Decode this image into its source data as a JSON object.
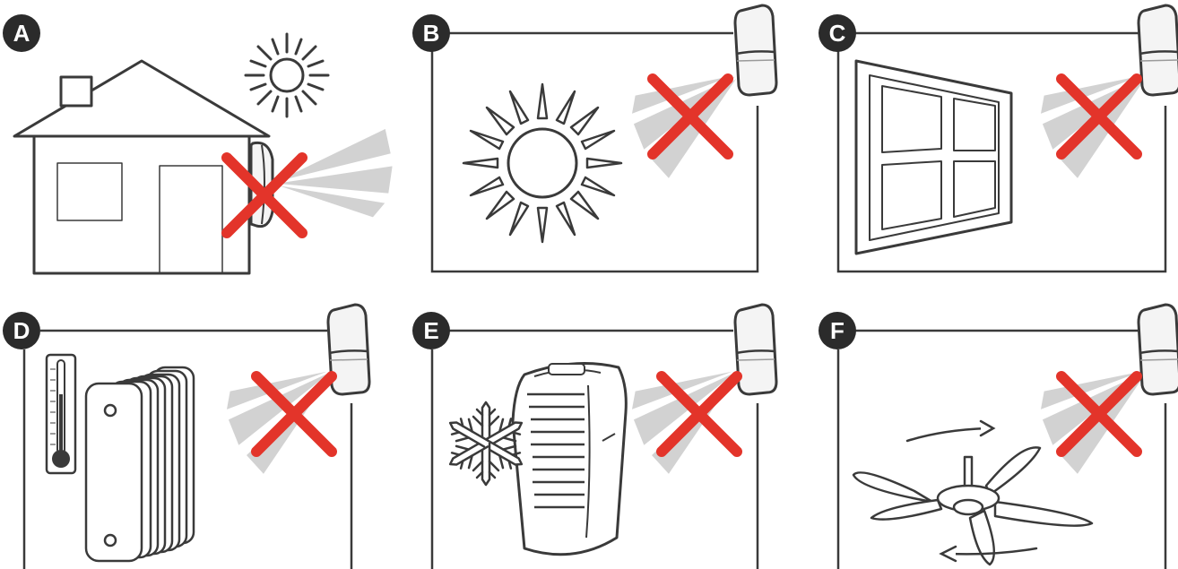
{
  "panels": [
    {
      "id": "A",
      "label": "A",
      "scene": "house-in-sunlight"
    },
    {
      "id": "B",
      "label": "B",
      "scene": "sun"
    },
    {
      "id": "C",
      "label": "C",
      "scene": "window"
    },
    {
      "id": "D",
      "label": "D",
      "scene": "radiator-and-thermometer"
    },
    {
      "id": "E",
      "label": "E",
      "scene": "air-conditioner-snowflake"
    },
    {
      "id": "F",
      "label": "F",
      "scene": "ceiling-fan"
    }
  ],
  "icons": {
    "sensor": "motion-sensor-icon",
    "prohibited": "red-cross-icon",
    "detection": "detection-beam-icon"
  },
  "colors": {
    "line": "#3a3a3a",
    "label_bg": "#2b2b2b",
    "cross": "#e3342a",
    "beam": "#cfcfcf",
    "sensor_body": "#f4f4f4"
  }
}
